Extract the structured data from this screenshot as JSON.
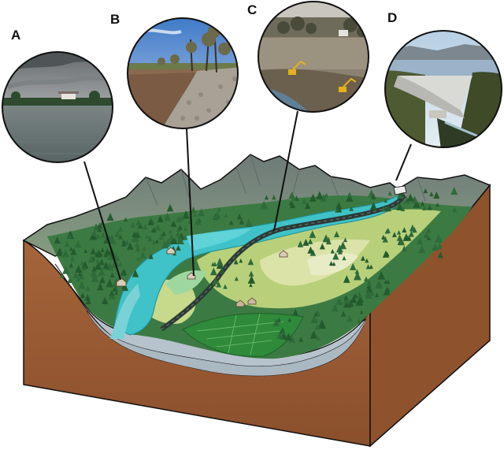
{
  "labels": {
    "a": "A",
    "b": "B",
    "c": "C",
    "d": "D"
  },
  "colors": {
    "soil": "#9a5a32",
    "soil_dark": "#7a4424",
    "bedrock_gray": "#b7c3cc",
    "mountain": "#7f8e86",
    "forest": "#2f6b3a",
    "meadow": "#b9d07a",
    "river": "#3fc2c8",
    "road": "#2c3a36",
    "field": "#2f8a3a",
    "outline": "#111111"
  },
  "insets": [
    {
      "id": "a",
      "subject": "river-with-cloudy-sky"
    },
    {
      "id": "b",
      "subject": "riverbank-with-riprap"
    },
    {
      "id": "c",
      "subject": "excavators-in-floodplain"
    },
    {
      "id": "d",
      "subject": "concrete-dam-reservoir"
    }
  ]
}
